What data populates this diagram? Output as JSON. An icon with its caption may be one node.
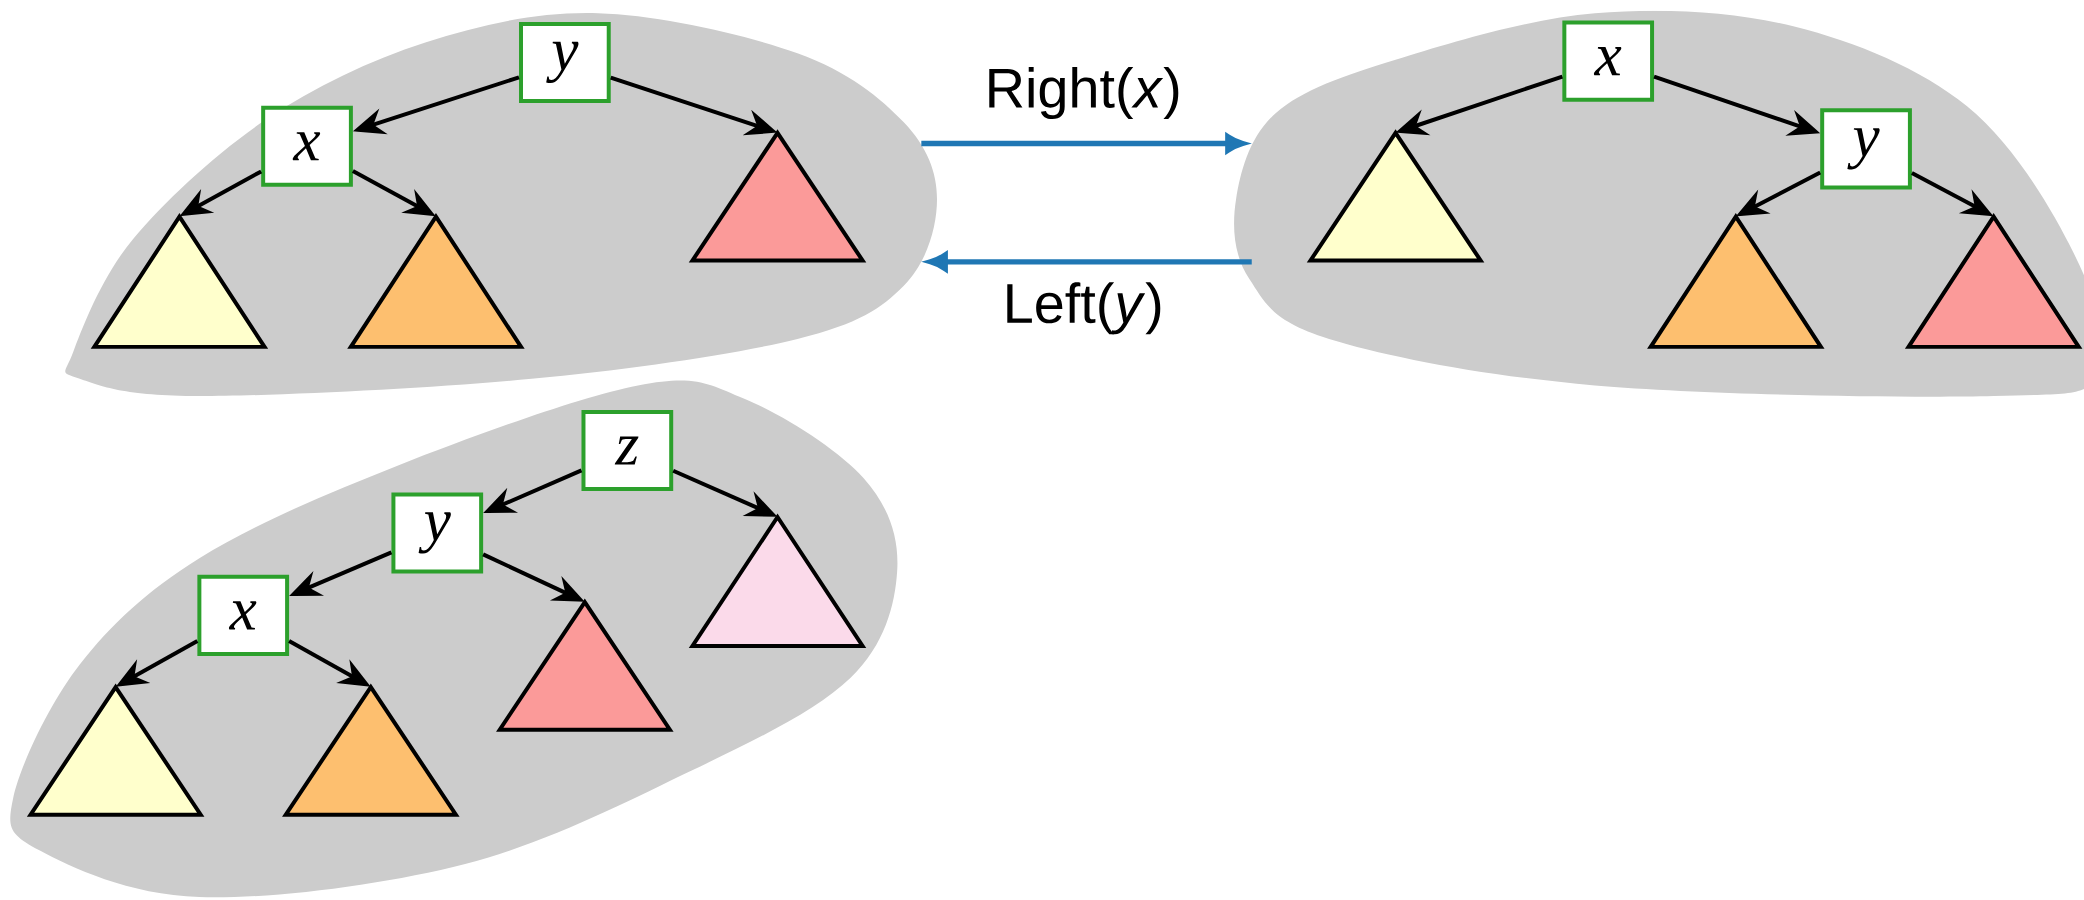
{
  "diagram": {
    "nodes": [
      {
        "text": [],
        "shape": "cloud"
      },
      {
        "text": [
          "y"
        ],
        "in": 0
      },
      {
        "text": [
          "x"
        ],
        "in": 0
      },
      {
        "text": [],
        "shape": "triangle",
        "in": 0
      },
      {
        "text": [],
        "shape": "triangle",
        "in": 0
      },
      {
        "text": [],
        "shape": "triangle",
        "in": 0
      },
      {
        "text": [],
        "shape": "cloud"
      },
      {
        "text": [
          "x"
        ],
        "in": 6
      },
      {
        "text": [
          "y"
        ],
        "in": 6
      },
      {
        "text": [],
        "shape": "triangle",
        "in": 6
      },
      {
        "text": [],
        "shape": "triangle",
        "in": 6
      },
      {
        "text": [],
        "shape": "triangle",
        "in": 6
      },
      {
        "text": [],
        "shape": "cloud"
      },
      {
        "text": [
          "z"
        ],
        "in": 12
      },
      {
        "text": [
          "y"
        ],
        "in": 12
      },
      {
        "text": [
          "x"
        ],
        "in": 12
      },
      {
        "text": [],
        "shape": "triangle",
        "in": 12
      },
      {
        "text": [],
        "shape": "triangle",
        "in": 12
      },
      {
        "text": [],
        "shape": "triangle",
        "in": 12
      },
      {
        "text": [],
        "shape": "triangle",
        "in": 12
      }
    ],
    "edges": [
      {
        "from": 1,
        "to": 2,
        "arrow": "to"
      },
      {
        "from": 1,
        "to": 5,
        "arrow": "to"
      },
      {
        "from": 2,
        "to": 3,
        "arrow": "to"
      },
      {
        "from": 2,
        "to": 4,
        "arrow": "to"
      },
      {
        "from": 7,
        "to": 9,
        "arrow": "to"
      },
      {
        "from": 7,
        "to": 8,
        "arrow": "to"
      },
      {
        "from": 8,
        "to": 10,
        "arrow": "to"
      },
      {
        "from": 8,
        "to": 11,
        "arrow": "to"
      },
      {
        "from": 13,
        "to": 14,
        "arrow": "to"
      },
      {
        "from": 13,
        "to": 19,
        "arrow": "to"
      },
      {
        "from": 14,
        "to": 15,
        "arrow": "to"
      },
      {
        "from": 14,
        "to": 18,
        "arrow": "to"
      },
      {
        "from": 15,
        "to": 16,
        "arrow": "to"
      },
      {
        "from": 15,
        "to": 17,
        "arrow": "to"
      },
      {
        "from": 0,
        "to": 6,
        "arrow": "to",
        "label": "Right(*x*)",
        "color": "#1f77b4"
      },
      {
        "from": 6,
        "to": 0,
        "arrow": "to",
        "label": "Left(*y*)",
        "color": "#1f77b4"
      }
    ]
  }
}
